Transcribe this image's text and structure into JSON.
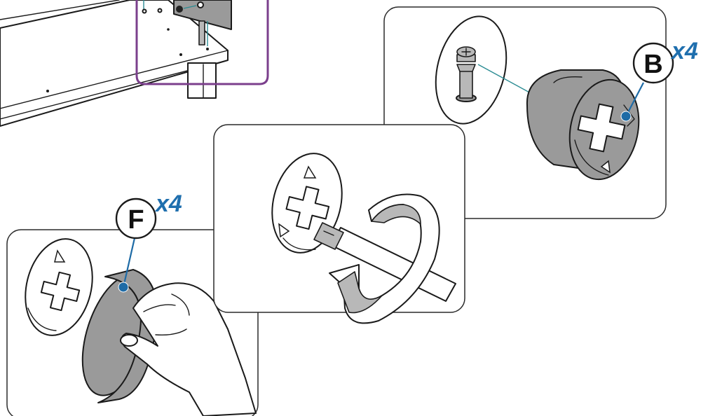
{
  "colors": {
    "detail_frame": "#7b3f8c",
    "leader_line": "#2b8c93",
    "callout_blue": "#1e6ba6",
    "quantity_text": "#1f6fae"
  },
  "parts": {
    "b": {
      "letter": "B",
      "quantity": "x4"
    },
    "f": {
      "letter": "F",
      "quantity": "x4"
    }
  }
}
